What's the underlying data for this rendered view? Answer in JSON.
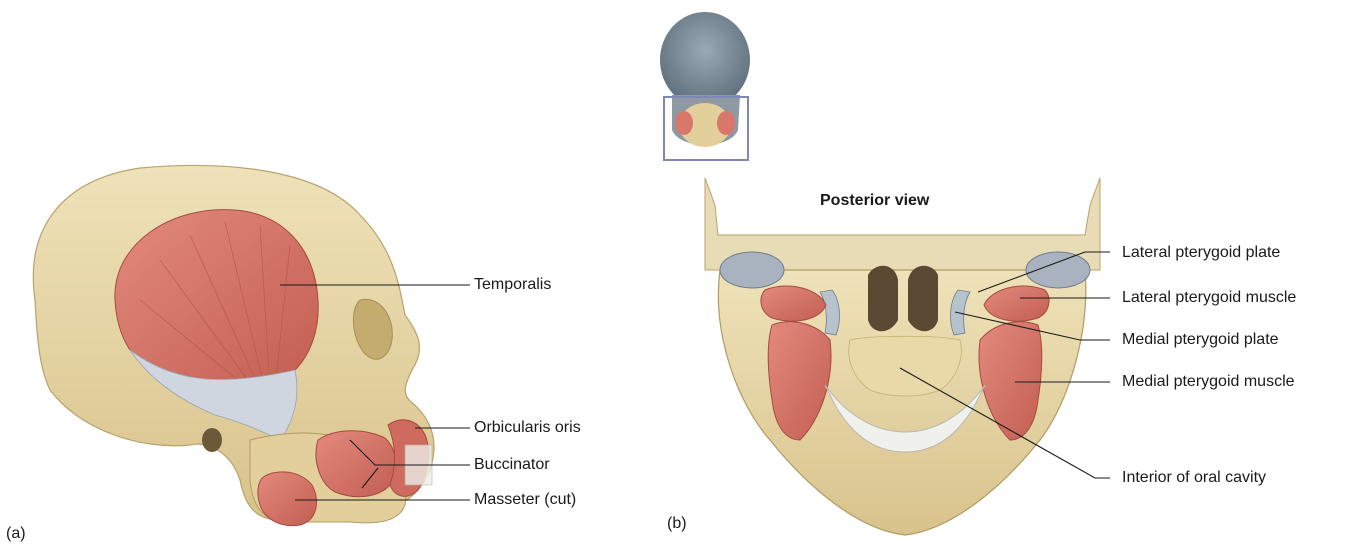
{
  "panel_a": {
    "panel_label": "(a)",
    "labels": {
      "temporalis": "Temporalis",
      "orbicularis_oris": "Orbicularis oris",
      "buccinator": "Buccinator",
      "masseter": "Masseter (cut)"
    }
  },
  "panel_b": {
    "panel_label": "(b)",
    "view_title": "Posterior view",
    "labels": {
      "lateral_pterygoid_plate": "Lateral pterygoid plate",
      "lateral_pterygoid_muscle": "Lateral pterygoid muscle",
      "medial_pterygoid_plate": "Medial pterygoid plate",
      "medial_pterygoid_muscle": "Medial pterygoid muscle",
      "interior_oral_cavity": "Interior of oral cavity"
    }
  },
  "colors": {
    "bone": "#e6d6a8",
    "bone_dark": "#c9b27a",
    "muscle": "#d9776a",
    "muscle_dark": "#b9544a",
    "tendon": "#c9d1dc",
    "leader_line": "#1a1a1a",
    "inset_box": "#7f86b8"
  }
}
